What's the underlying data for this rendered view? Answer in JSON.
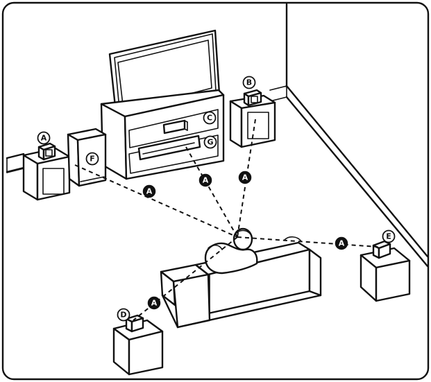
{
  "labels": {
    "front_left": "A",
    "front_right": "B",
    "center": "C",
    "subwoofer": "F",
    "receiver": "G",
    "rear_left": "D",
    "rear_right": "E",
    "distance_to_front_left": "A",
    "distance_to_center": "A",
    "distance_to_front_right": "A",
    "distance_to_rear_left": "A",
    "distance_to_rear_right": "A"
  }
}
